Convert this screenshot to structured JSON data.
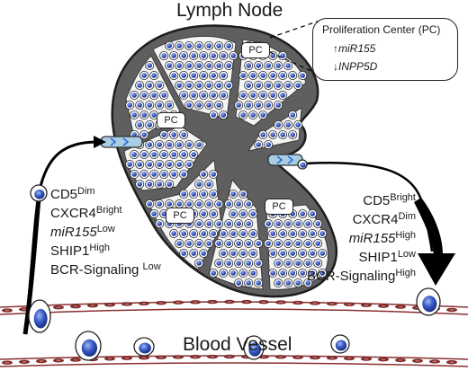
{
  "title": "Lymph Node",
  "bottom_label": "Blood Vessel",
  "callout": {
    "title": "Proliferation Center (PC)",
    "up_arrow": "↑",
    "down_arrow": "↓",
    "line1": "miR155",
    "line2": "INPP5D"
  },
  "pc_label": "PC",
  "left_markers": [
    {
      "name": "CD5",
      "level": "Dim",
      "italic": false
    },
    {
      "name": "CXCR4",
      "level": "Bright",
      "italic": false
    },
    {
      "name": "miR155",
      "level": "Low",
      "italic": true
    },
    {
      "name": "SHIP1",
      "level": "High",
      "italic": false
    },
    {
      "name": "BCR-Signaling ",
      "level": "Low",
      "italic": false
    }
  ],
  "right_markers": [
    {
      "name": "CD5",
      "level": "Bright",
      "italic": false
    },
    {
      "name": "CXCR4",
      "level": "Dim",
      "italic": false
    },
    {
      "name": "miR155",
      "level": "High",
      "italic": true
    },
    {
      "name": "SHIP1",
      "level": "Low",
      "italic": false
    },
    {
      "name": "BCR-Signaling",
      "level": "High",
      "italic": false
    }
  ],
  "colors": {
    "node_fill": "#5f5f5f",
    "cell_blue": "#2f4fb8",
    "vessel": "#7a2a2a",
    "channel": "#a9cde3"
  }
}
